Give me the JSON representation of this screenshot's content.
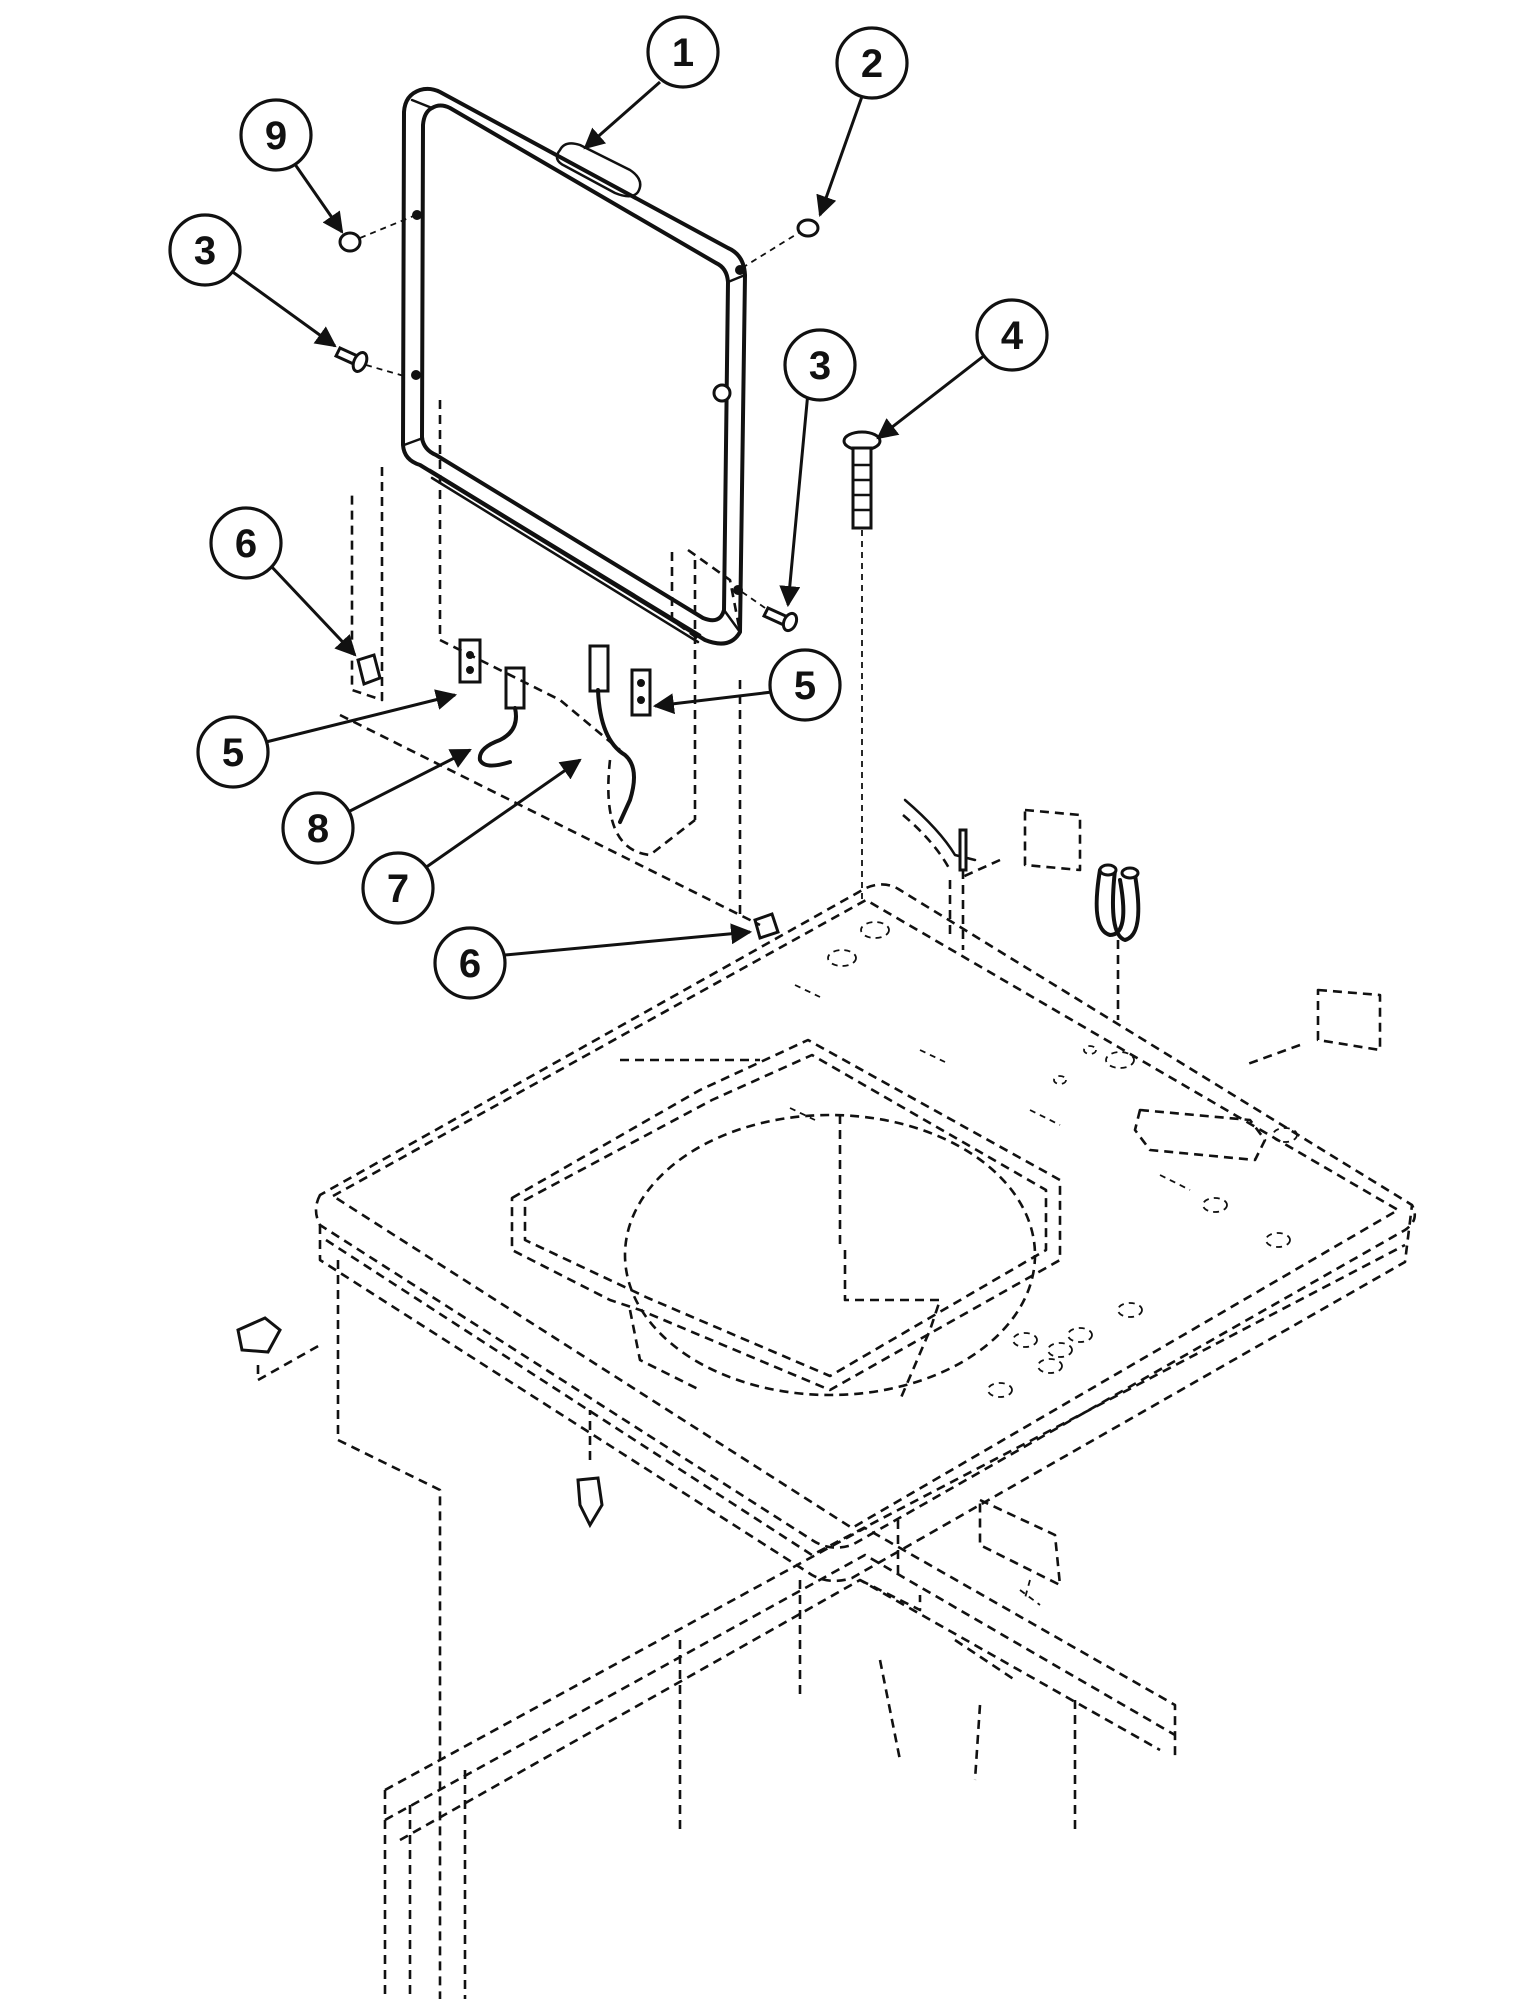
{
  "callouts": [
    {
      "id": "c1",
      "label": "1"
    },
    {
      "id": "c2",
      "label": "2"
    },
    {
      "id": "c9",
      "label": "9"
    },
    {
      "id": "c3a",
      "label": "3"
    },
    {
      "id": "c3b",
      "label": "3"
    },
    {
      "id": "c4",
      "label": "4"
    },
    {
      "id": "c6a",
      "label": "6"
    },
    {
      "id": "c5a",
      "label": "5"
    },
    {
      "id": "c5b",
      "label": "5"
    },
    {
      "id": "c8",
      "label": "8"
    },
    {
      "id": "c7",
      "label": "7"
    },
    {
      "id": "c6b",
      "label": "6"
    }
  ]
}
